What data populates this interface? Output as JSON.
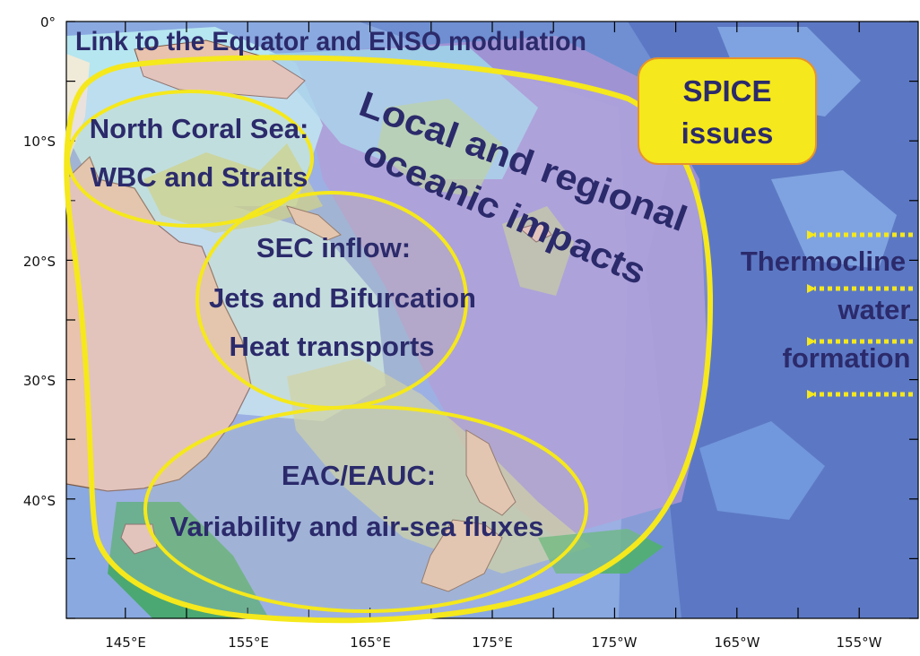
{
  "map": {
    "top_banner": "Link to the Equator and ENSO modulation",
    "local_impacts": {
      "line1": "Local and regional",
      "line2": "oceanic impacts"
    },
    "spice_box": {
      "line1": "SPICE",
      "line2": "issues"
    },
    "regions": {
      "north_coral_sea": {
        "line1": "North Coral Sea:",
        "line2": "WBC and Straits"
      },
      "sec_inflow": {
        "line1": "SEC inflow:",
        "line2": "Jets and Bifurcation",
        "line3": "Heat transports"
      },
      "eac_eauc": {
        "line1": "EAC/EAUC:",
        "line2": "Variability and air-sea fluxes"
      }
    },
    "thermocline": {
      "line1": "Thermocline",
      "line2": "water",
      "line3": "formation"
    },
    "axes": {
      "y_ticks": [
        "0°",
        "10°S",
        "20°S",
        "30°S",
        "40°S"
      ],
      "x_ticks": [
        "145°E",
        "155°E",
        "165°E",
        "175°E",
        "175°W",
        "165°W",
        "155°W"
      ]
    },
    "colors": {
      "highlight_yellow": "#f5e81c",
      "label_navy": "#2b2a6b",
      "deep_ocean": "#5c78c4",
      "land": "#e9c3ad"
    }
  }
}
